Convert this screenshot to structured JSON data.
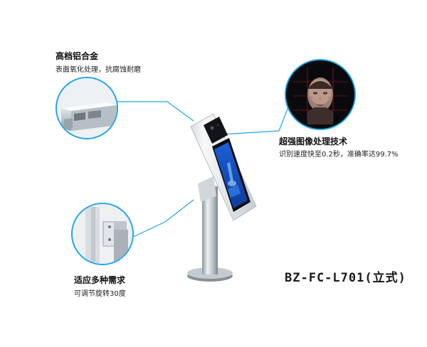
{
  "callouts": {
    "aluminum": {
      "title": "高档铝合金",
      "subtitle": "表面氧化处理，抗腐蚀耐磨"
    },
    "imaging": {
      "title": "超强图像处理技术",
      "subtitle": "识别速度快至0.2秒，准确率达99.7%"
    },
    "adjust": {
      "title": "适应多种需求",
      "subtitle": "可调节旋转30度"
    }
  },
  "model_label": "BZ-FC-L701(立式)",
  "colors": {
    "callout_line": "#1ea7e6",
    "face_scan": "#d8262b",
    "screen": "#1552c9"
  }
}
